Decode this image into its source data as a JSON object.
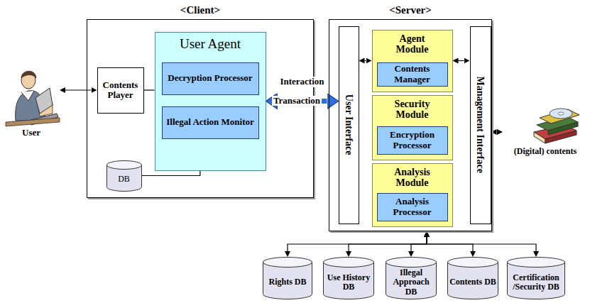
{
  "diagram": {
    "nodes": [
      {
        "text": [
          "User"
        ]
      },
      {
        "text": [
          "<Client>"
        ]
      },
      {
        "text": [
          "Contents Player"
        ],
        "in": 1
      },
      {
        "text": [
          "User Agent"
        ],
        "in": 1
      },
      {
        "text": [
          "Decryption Processor"
        ],
        "in": 3
      },
      {
        "text": [
          "Illegal Action Monitor"
        ],
        "in": 3
      },
      {
        "text": [
          "DB"
        ],
        "in": 1
      },
      {
        "text": [
          "<Server>"
        ]
      },
      {
        "text": [
          "User Interface"
        ],
        "in": 7
      },
      {
        "text": [
          "Agent Module"
        ],
        "in": 7
      },
      {
        "text": [
          "Contents Manager"
        ],
        "in": 9
      },
      {
        "text": [
          "Security Module"
        ],
        "in": 7
      },
      {
        "text": [
          "Encryption Processor"
        ],
        "in": 11
      },
      {
        "text": [
          "Analysis Module"
        ],
        "in": 7
      },
      {
        "text": [
          "Analysis Processor"
        ],
        "in": 13
      },
      {
        "text": [
          "Management Interface"
        ],
        "in": 7
      },
      {
        "text": [
          "(Digital) contents"
        ]
      },
      {
        "text": [
          "Rights DB"
        ]
      },
      {
        "text": [
          "Use History DB"
        ]
      },
      {
        "text": [
          "Illegal Approach DB"
        ]
      },
      {
        "text": [
          "Contents DB"
        ]
      },
      {
        "text": [
          "Certification /Security DB"
        ]
      }
    ],
    "edges": [
      {
        "from": 0,
        "to": 2,
        "arrow": "both"
      },
      {
        "from": 2,
        "to": 3,
        "arrow": "none"
      },
      {
        "from": 6,
        "to": 3,
        "arrow": "none"
      },
      {
        "from": 3,
        "to": 8,
        "label": "Interaction",
        "arrow": "both"
      },
      {
        "from": 8,
        "to": 9,
        "arrow": "both"
      },
      {
        "from": 9,
        "to": 15,
        "arrow": "both"
      },
      {
        "from": 15,
        "to": 16,
        "arrow": "both"
      },
      {
        "from": 7,
        "to": 17,
        "arrow": "both"
      },
      {
        "from": 7,
        "to": 18,
        "arrow": "both"
      },
      {
        "from": 7,
        "to": 19,
        "arrow": "both"
      },
      {
        "from": 7,
        "to": 20,
        "arrow": "both"
      },
      {
        "from": 7,
        "to": 21,
        "arrow": "both"
      }
    ],
    "labels": [
      "Transaction"
    ]
  }
}
